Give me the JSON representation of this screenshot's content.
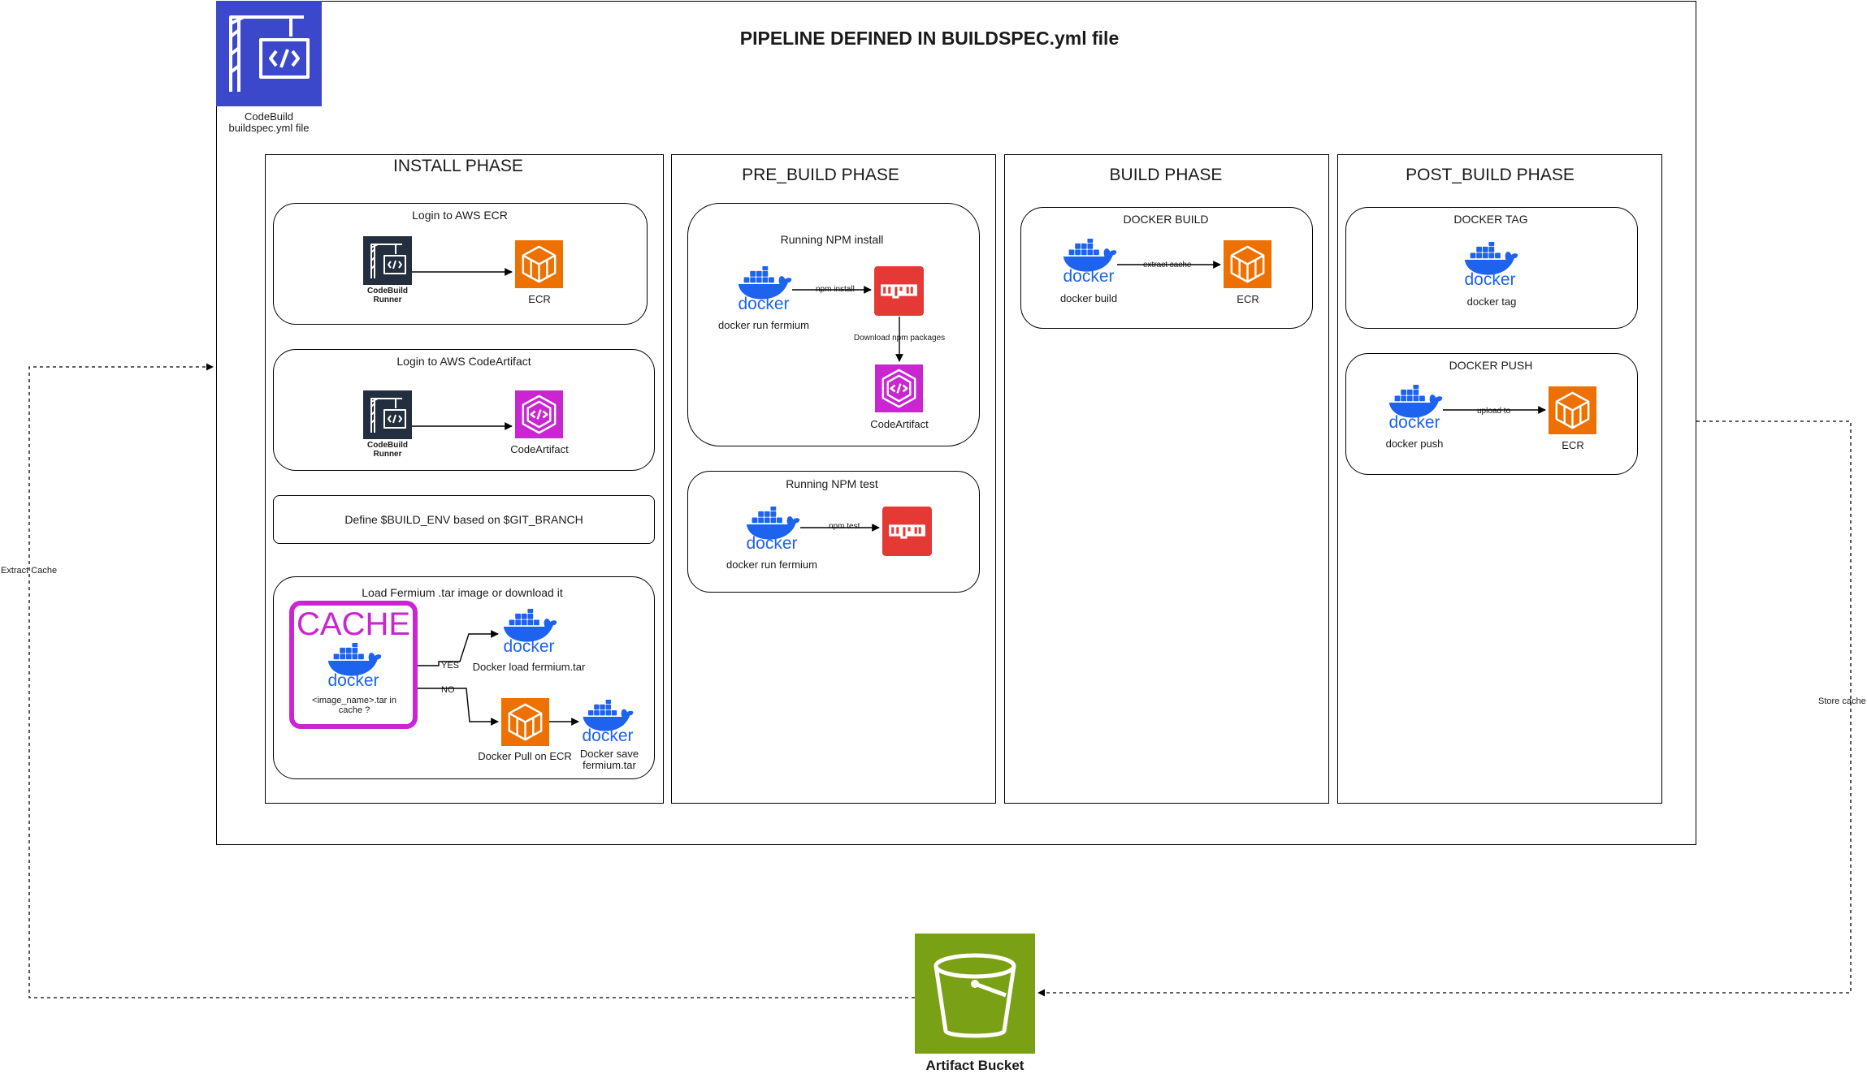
{
  "title": "PIPELINE DEFINED IN BUILDSPEC.yml file",
  "codebuild": {
    "line1": "CodeBuild",
    "line2": "buildspec.yml file"
  },
  "cache_edges": {
    "extract": "Extract Cache",
    "store": "Store cache"
  },
  "bucket": {
    "label": "Artifact Bucket"
  },
  "install": {
    "title": "INSTALL PHASE",
    "ecr_login": {
      "title": "Login to AWS ECR",
      "runner": "CodeBuild Runner",
      "target": "ECR"
    },
    "artifact_login": {
      "title": "Login to AWS CodeArtifact",
      "runner": "CodeBuild Runner",
      "target": "CodeArtifact"
    },
    "define_env": "Define $BUILD_ENV based on $GIT_BRANCH",
    "load": {
      "title": "Load Fermium .tar image or download it",
      "cache_word": "CACHE",
      "cache_question": "<image_name>.tar in cache ?",
      "yes": "YES",
      "no": "NO",
      "docker_load": "Docker load fermium.tar",
      "docker_pull": "Docker Pull on ECR",
      "docker_save": "Docker save fermium.tar"
    }
  },
  "prebuild": {
    "title": "PRE_BUILD PHASE",
    "npm_install": {
      "title": "Running NPM install",
      "docker": "docker run fermium",
      "edge": "npm install",
      "download": "Download npm packages",
      "target": "CodeArtifact"
    },
    "npm_test": {
      "title": "Running NPM test",
      "docker": "docker run fermium",
      "edge": "npm test"
    }
  },
  "build": {
    "title": "BUILD PHASE",
    "docker_build": {
      "title": "DOCKER BUILD",
      "docker": "docker build",
      "edge": "extract cache",
      "target": "ECR"
    }
  },
  "postbuild": {
    "title": "POST_BUILD PHASE",
    "docker_tag": {
      "title": "DOCKER TAG",
      "docker": "docker tag"
    },
    "docker_push": {
      "title": "DOCKER PUSH",
      "docker": "docker push",
      "edge": "upload to",
      "target": "ECR"
    }
  },
  "icon_words": {
    "docker": "docker",
    "npm": "npm"
  },
  "colors": {
    "codebuild_blue": "#3b48cc",
    "ecr_orange": "#ed7100",
    "codeartifact_magenta": "#c925d1",
    "npm_red": "#cb3837",
    "docker_blue": "#1d63ed",
    "bucket_green": "#7aa116",
    "runner_dark": "#232f3e"
  },
  "icons": [
    "codebuild-icon",
    "ecr-icon",
    "codeartifact-icon",
    "docker-icon",
    "npm-icon",
    "s3-bucket-icon"
  ]
}
